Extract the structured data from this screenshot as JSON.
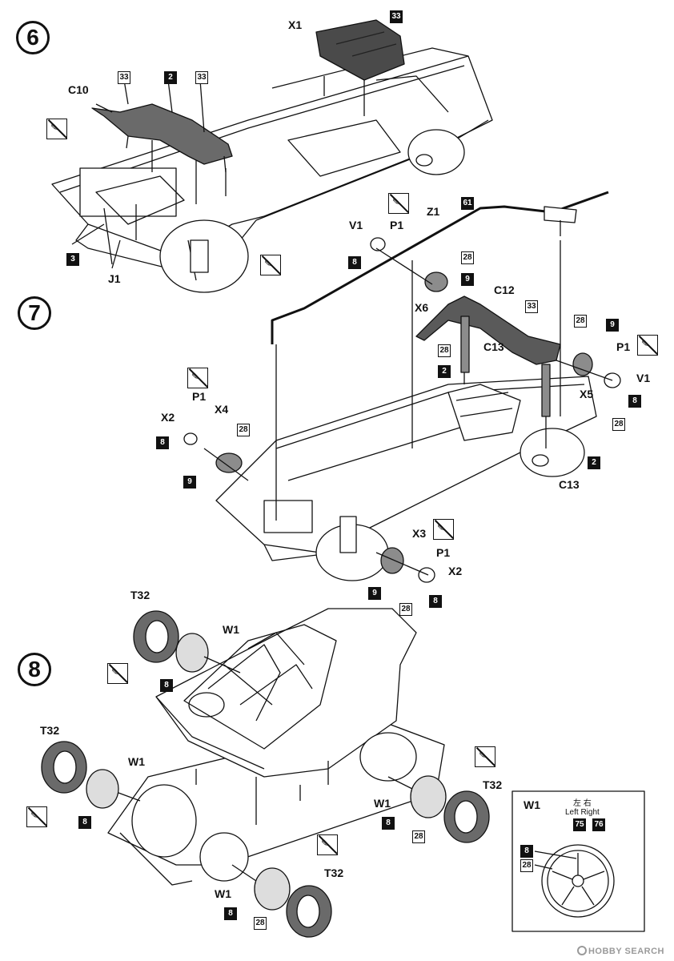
{
  "steps": {
    "s6": "6",
    "s7": "7",
    "s8": "8"
  },
  "labels": {
    "x1": "X1",
    "c10": "C10",
    "j1": "J1",
    "v1_a": "V1",
    "p1_a": "P1",
    "z1": "Z1",
    "x6": "X6",
    "c12": "C12",
    "c13_a": "C13",
    "c13_b": "C13",
    "p1_b": "P1",
    "v1_b": "V1",
    "x5": "X5",
    "p1_c": "P1",
    "x2_a": "X2",
    "x4": "X4",
    "x3": "X3",
    "p1_d": "P1",
    "x2_b": "X2",
    "t32_a": "T32",
    "w1_a": "W1",
    "t32_b": "T32",
    "w1_b": "W1",
    "w1_c": "W1",
    "t32_c": "T32",
    "w1_d": "W1",
    "t32_d": "T32",
    "w1_inset": "W1",
    "inset_jp": "左 右",
    "inset_en": "Left Right"
  },
  "color_codes": {
    "c33_a": "33",
    "c33_b": "33",
    "c2_a": "2",
    "c33_c": "33",
    "c3": "3",
    "c8_a": "8",
    "c61": "61",
    "c28_a": "28",
    "c9_a": "9",
    "c33_d": "33",
    "c28_b": "28",
    "c2_b": "2",
    "c28_c": "28",
    "c9_b": "9",
    "c8_b": "8",
    "c28_d": "28",
    "c2_c": "2",
    "c8_c": "8",
    "c28_e": "28",
    "c9_c": "9",
    "c9_d": "9",
    "c28_f": "28",
    "c8_d": "8",
    "c8_e": "8",
    "c8_f": "8",
    "c8_g": "8",
    "c28_g": "28",
    "c8_h": "8",
    "c28_h": "28",
    "c75": "75",
    "c76": "76",
    "c8_i": "8",
    "c28_i": "28"
  },
  "no_glue_icon": "no-glue-icon",
  "watermark": "HOBBY SEARCH",
  "colors": {
    "ink": "#111111",
    "paint_dark": "#5a5a5a",
    "paint_mid": "#8c8c8c",
    "paper": "#ffffff"
  }
}
